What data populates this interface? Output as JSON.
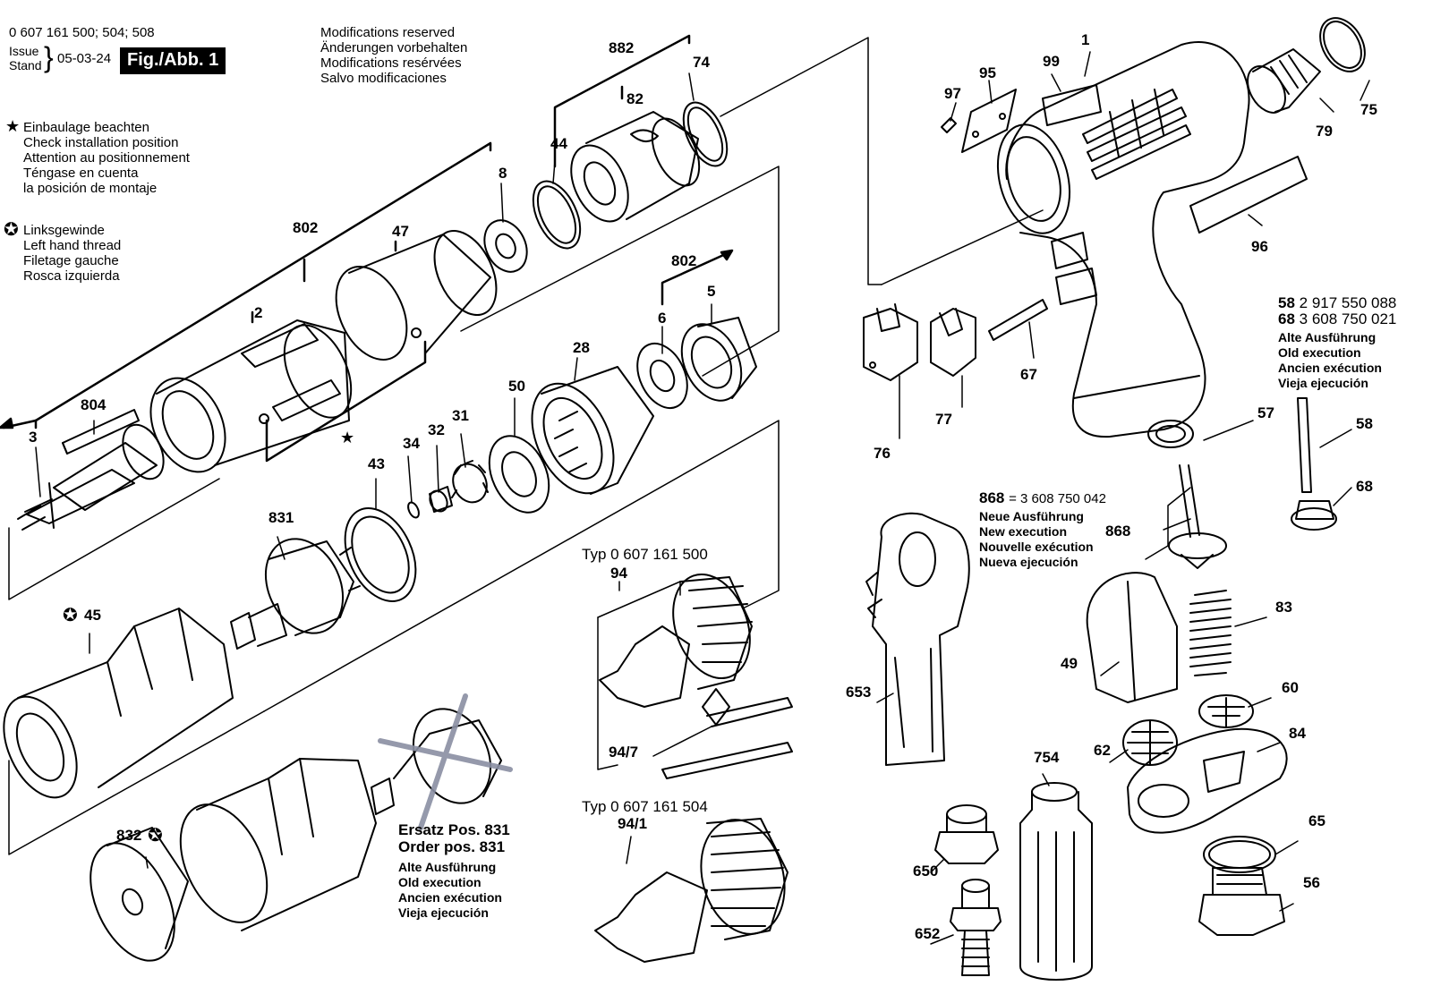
{
  "header": {
    "part_numbers": "0 607 161 500; 504; 508",
    "issue_label_1": "Issue",
    "issue_label_2": "Stand",
    "issue_date": "05-03-24",
    "figure_label": "Fig./Abb. 1",
    "modifications": [
      "Modifications reserved",
      "Änderungen vorbehalten",
      "Modifications resérvées",
      "Salvo modificaciones"
    ]
  },
  "legend": {
    "star_symbol": "★",
    "star_lines": [
      "Einbaulage beachten",
      "Check installation position",
      "Attention au positionnement",
      "Téngase en cuenta",
      "la posición de montaje"
    ],
    "lh_symbol": "✪",
    "lh_lines": [
      "Linksgewinde",
      "Left hand thread",
      "Filetage gauche",
      "Rosca izquierda"
    ]
  },
  "part_labels": {
    "p1": "1",
    "p2": "2",
    "p3": "3",
    "p5": "5",
    "p6": "6",
    "p8": "8",
    "p28": "28",
    "p31": "31",
    "p32": "32",
    "p34": "34",
    "p43": "43",
    "p44": "44",
    "p45": "45",
    "p47": "47",
    "p49": "49",
    "p50": "50",
    "p56": "56",
    "p57": "57",
    "p58": "58",
    "p60": "60",
    "p62": "62",
    "p65": "65",
    "p67": "67",
    "p68": "68",
    "p74": "74",
    "p75": "75",
    "p76": "76",
    "p77": "77",
    "p79": "79",
    "p82": "82",
    "p83": "83",
    "p84": "84",
    "p94": "94",
    "p94_7": "94/7",
    "p94_1": "94/1",
    "p95": "95",
    "p96": "96",
    "p97": "97",
    "p99": "99",
    "p650": "650",
    "p652": "652",
    "p653": "653",
    "p754": "754",
    "p802a": "802",
    "p802b": "802",
    "p804": "804",
    "p831": "831",
    "p832": "832",
    "p868": "868",
    "p882": "882"
  },
  "notes": {
    "old_58_num": "58",
    "old_58_code": "2 917 550 088",
    "old_68_num": "68",
    "old_68_code": "3 608 750 021",
    "old_exec": [
      "Alte Ausführung",
      "Old execution",
      "Ancien exécution",
      "Vieja ejecución"
    ],
    "new_868_num": "868",
    "new_868_code": "= 3 608 750 042",
    "new_exec": [
      "Neue Ausführung",
      "New execution",
      "Nouvelle exécution",
      "Nueva ejecución"
    ],
    "typ_500": "Typ 0 607 161 500",
    "typ_504": "Typ 0 607 161 504",
    "replacement_de": "Ersatz Pos. 831",
    "replacement_en": "Order pos. 831",
    "replacement_old_exec": [
      "Alte Ausführung",
      "Old execution",
      "Ancien exécution",
      "Vieja ejecución"
    ]
  }
}
